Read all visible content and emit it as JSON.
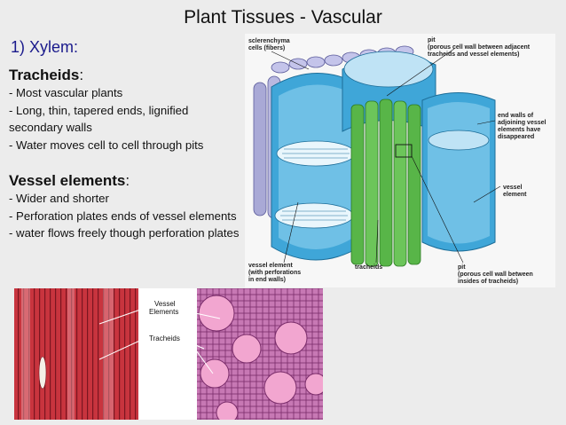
{
  "slide": {
    "title": "Plant Tissues - Vascular",
    "section_heading": "1)  Xylem:"
  },
  "tracheids": {
    "title": "Tracheids",
    "colon": ":",
    "bullets": [
      "- Most vascular plants",
      "- Long, thin, tapered ends, lignified secondary walls",
      "- Water moves cell  to cell through pits"
    ]
  },
  "vessel_elements": {
    "title": "Vessel elements",
    "colon": ":",
    "bullets": [
      "- Wider and shorter",
      "- Perforation plates ends of vessel elements",
      "- water flows freely  though perforation plates"
    ]
  },
  "diagram": {
    "labels": {
      "sclerenchyma": [
        "sclerenchyma",
        "cells (fibers)"
      ],
      "pit_top": [
        "pit",
        "(porous cell wall between adjacent",
        "tracheids and vessel elements)"
      ],
      "end_walls": [
        "end walls of",
        "adjoining vessel",
        "elements have",
        "disappeared"
      ],
      "vessel_element_right": [
        "vessel",
        "element"
      ],
      "vessel_element_bottom": [
        "vessel element",
        "(with perforations",
        "in end walls)"
      ],
      "tracheids": [
        "tracheids"
      ],
      "pit_bottom": [
        "pit",
        "(porous cell wall between",
        "insides of tracheids)"
      ]
    },
    "colors": {
      "vessel_blue": "#3fa6d8",
      "vessel_light": "#bfe3f5",
      "tracheid_green": "#58b548",
      "fiber_lavender": "#a9a9d6"
    }
  },
  "micrograph": {
    "labels": [
      "Vessel",
      "Elements",
      "Tracheids"
    ],
    "colors": {
      "stain_red": "#c8343e",
      "stain_pink": "#f2a6d0"
    }
  }
}
